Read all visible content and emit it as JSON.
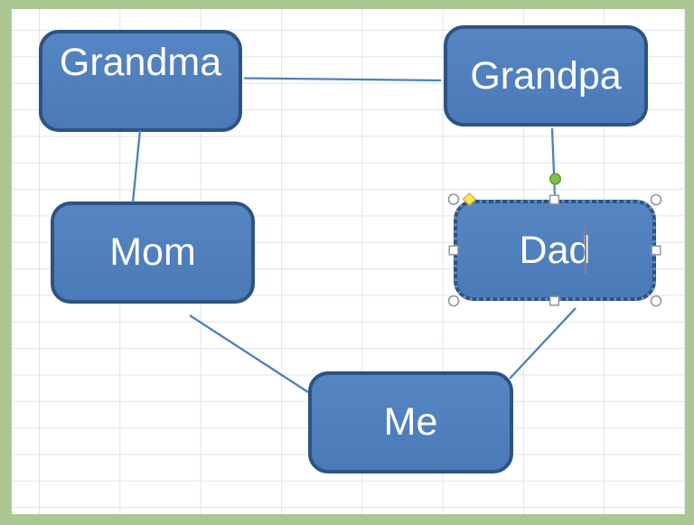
{
  "app": {
    "surface": "spreadsheet-drawing-canvas",
    "description": "Family tree shapes drawn over a worksheet grid inside a green page frame"
  },
  "diagram": {
    "nodes": [
      {
        "id": "grandma",
        "label": "Grandma"
      },
      {
        "id": "grandpa",
        "label": "Grandpa"
      },
      {
        "id": "mom",
        "label": "Mom"
      },
      {
        "id": "dad",
        "label": "Dad",
        "selected": true,
        "editing_caret": true
      },
      {
        "id": "me",
        "label": "Me"
      }
    ],
    "connectors": [
      {
        "from": "grandma",
        "to": "grandpa"
      },
      {
        "from": "grandma",
        "to": "mom"
      },
      {
        "from": "grandpa",
        "to": "dad"
      },
      {
        "from": "mom",
        "to": "me"
      },
      {
        "from": "dad",
        "to": "me"
      }
    ],
    "selection": {
      "node": "dad",
      "corner_handles": 4,
      "side_handles": 4,
      "rotation_handle": true,
      "adjust_handle": true,
      "text_caret": true
    }
  },
  "colors": {
    "frame_green": "#abc794",
    "grid_line": "#dfe3f1",
    "node_fill": "#4d7ebd",
    "node_border": "#2d5381",
    "node_text": "#ffffff",
    "connector": "#4c80c0",
    "handle_fill": "#ffffff",
    "handle_border": "#8d97a3",
    "rotation_handle_green": "#7ec14c",
    "adjust_handle_yellow": "#fee64f",
    "caret_brown": "#97826d"
  }
}
